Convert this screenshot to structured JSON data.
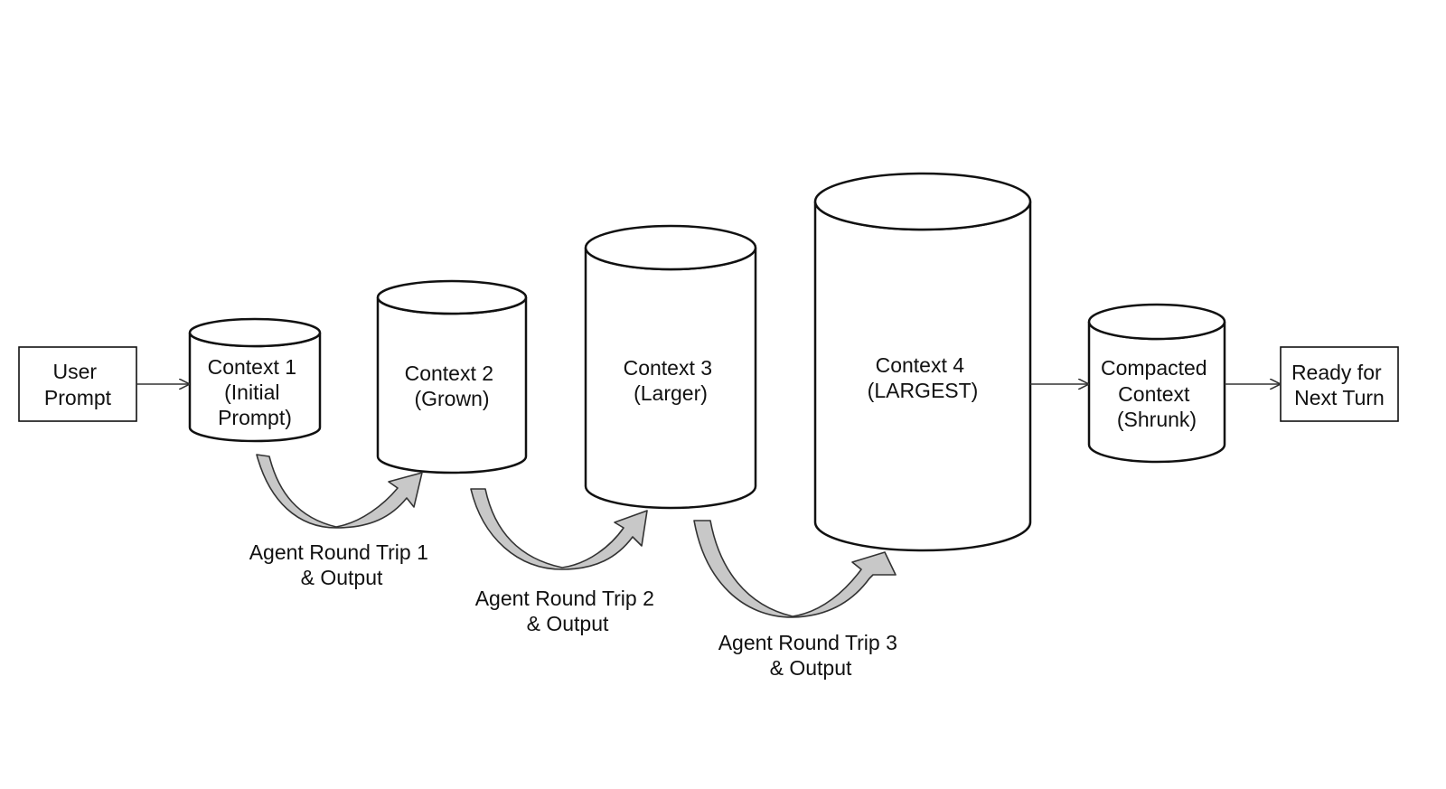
{
  "diagram": {
    "start_box": {
      "lines": [
        "User",
        "Prompt"
      ]
    },
    "contexts": [
      {
        "lines": [
          "Context 1",
          "(Initial",
          "Prompt)"
        ]
      },
      {
        "lines": [
          "Context 2",
          "(Grown)"
        ]
      },
      {
        "lines": [
          "Context 3",
          "(Larger)"
        ]
      },
      {
        "lines": [
          "Context 4",
          "(LARGEST)"
        ]
      },
      {
        "lines": [
          "Compacted",
          "Context",
          "(Shrunk)"
        ]
      }
    ],
    "end_box": {
      "lines": [
        "Ready for",
        "Next Turn"
      ]
    },
    "round_trips": [
      {
        "lines": [
          "Agent Round Trip 1",
          "& Output"
        ]
      },
      {
        "lines": [
          "Agent Round Trip 2",
          "& Output"
        ]
      },
      {
        "lines": [
          "Agent Round Trip 3",
          "& Output"
        ]
      }
    ]
  },
  "colors": {
    "background": "#ffffff",
    "outline": "#111111",
    "arrow_fill": "#c8c8c8",
    "text": "#111111"
  }
}
